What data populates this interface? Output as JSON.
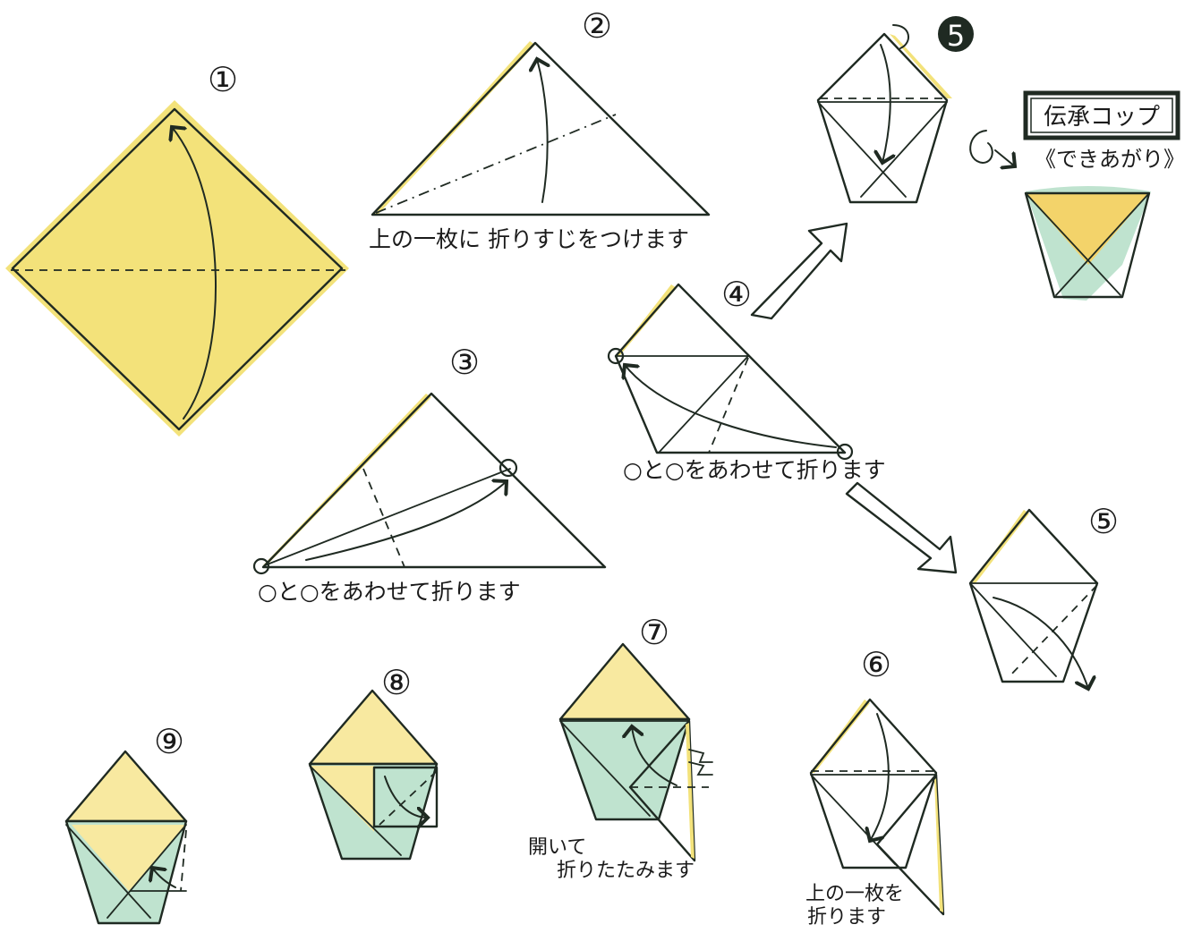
{
  "steps": [
    {
      "number": "①"
    },
    {
      "number": "②",
      "caption": "上の一枚に 折りすじをつけます"
    },
    {
      "number": "③",
      "caption": "○と○をあわせて折ります"
    },
    {
      "number": "④",
      "caption": "○と○をあわせて折ります"
    },
    {
      "number": "⑤"
    },
    {
      "number": "❺"
    },
    {
      "number": "⑥",
      "caption_line1": "上の一枚を",
      "caption_line2": "折ります"
    },
    {
      "number": "⑦",
      "caption_line1": "開いて",
      "caption_line2": "折りたたみます"
    },
    {
      "number": "⑧"
    },
    {
      "number": "⑨"
    }
  ],
  "result": {
    "title": "伝承コップ",
    "subtitle": "《できあがり》"
  },
  "colors": {
    "paper_back": "#f3e27a",
    "paper_front": "#bfe3cf",
    "ink": "#1f2a22"
  }
}
